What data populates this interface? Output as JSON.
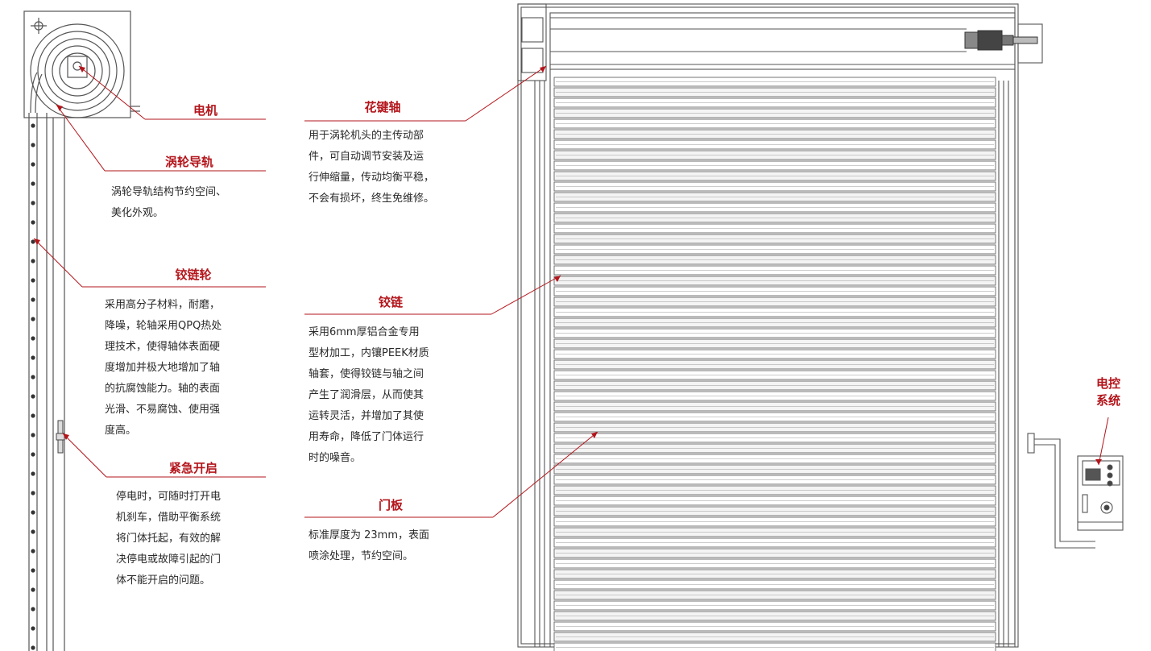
{
  "labels": {
    "motor": {
      "title": "电机"
    },
    "turbo_rail": {
      "title": "涡轮导轨",
      "desc": "涡轮导轨结构节约空间、\n美化外观。"
    },
    "hinge_wheel": {
      "title": "铰链轮",
      "desc": "采用高分子材料，耐磨，\n降噪，轮轴采用QPQ热处\n理技术，使得轴体表面硬\n度增加并极大地增加了轴\n的抗腐蚀能力。轴的表面\n光滑、不易腐蚀、使用强\n度高。"
    },
    "emergency": {
      "title": "紧急开启",
      "desc": "停电时，可随时打开电\n机刹车，借助平衡系统\n将门体托起，有效的解\n决停电或故障引起的门\n体不能开启的问题。"
    },
    "spline_shaft": {
      "title": "花键轴",
      "desc": "用于涡轮机头的主传动部\n件，可自动调节安装及运\n行伸缩量，传动均衡平稳，\n不会有损坏，终生免维修。"
    },
    "hinge": {
      "title": "铰链",
      "desc": "采用6mm厚铝合金专用\n型材加工，内镶PEEK材质\n轴套，使得铰链与轴之间\n产生了润滑层，从而使其\n运转灵活，并增加了其使\n用寿命，降低了门体运行\n时的噪音。"
    },
    "door_panel": {
      "title": "门板",
      "desc": "标准厚度为 23mm，表面\n喷涂处理，节约空间。"
    },
    "control_system": {
      "title": "电控\n系统"
    }
  },
  "colors": {
    "accent": "#b3151b",
    "line": "#555555"
  }
}
